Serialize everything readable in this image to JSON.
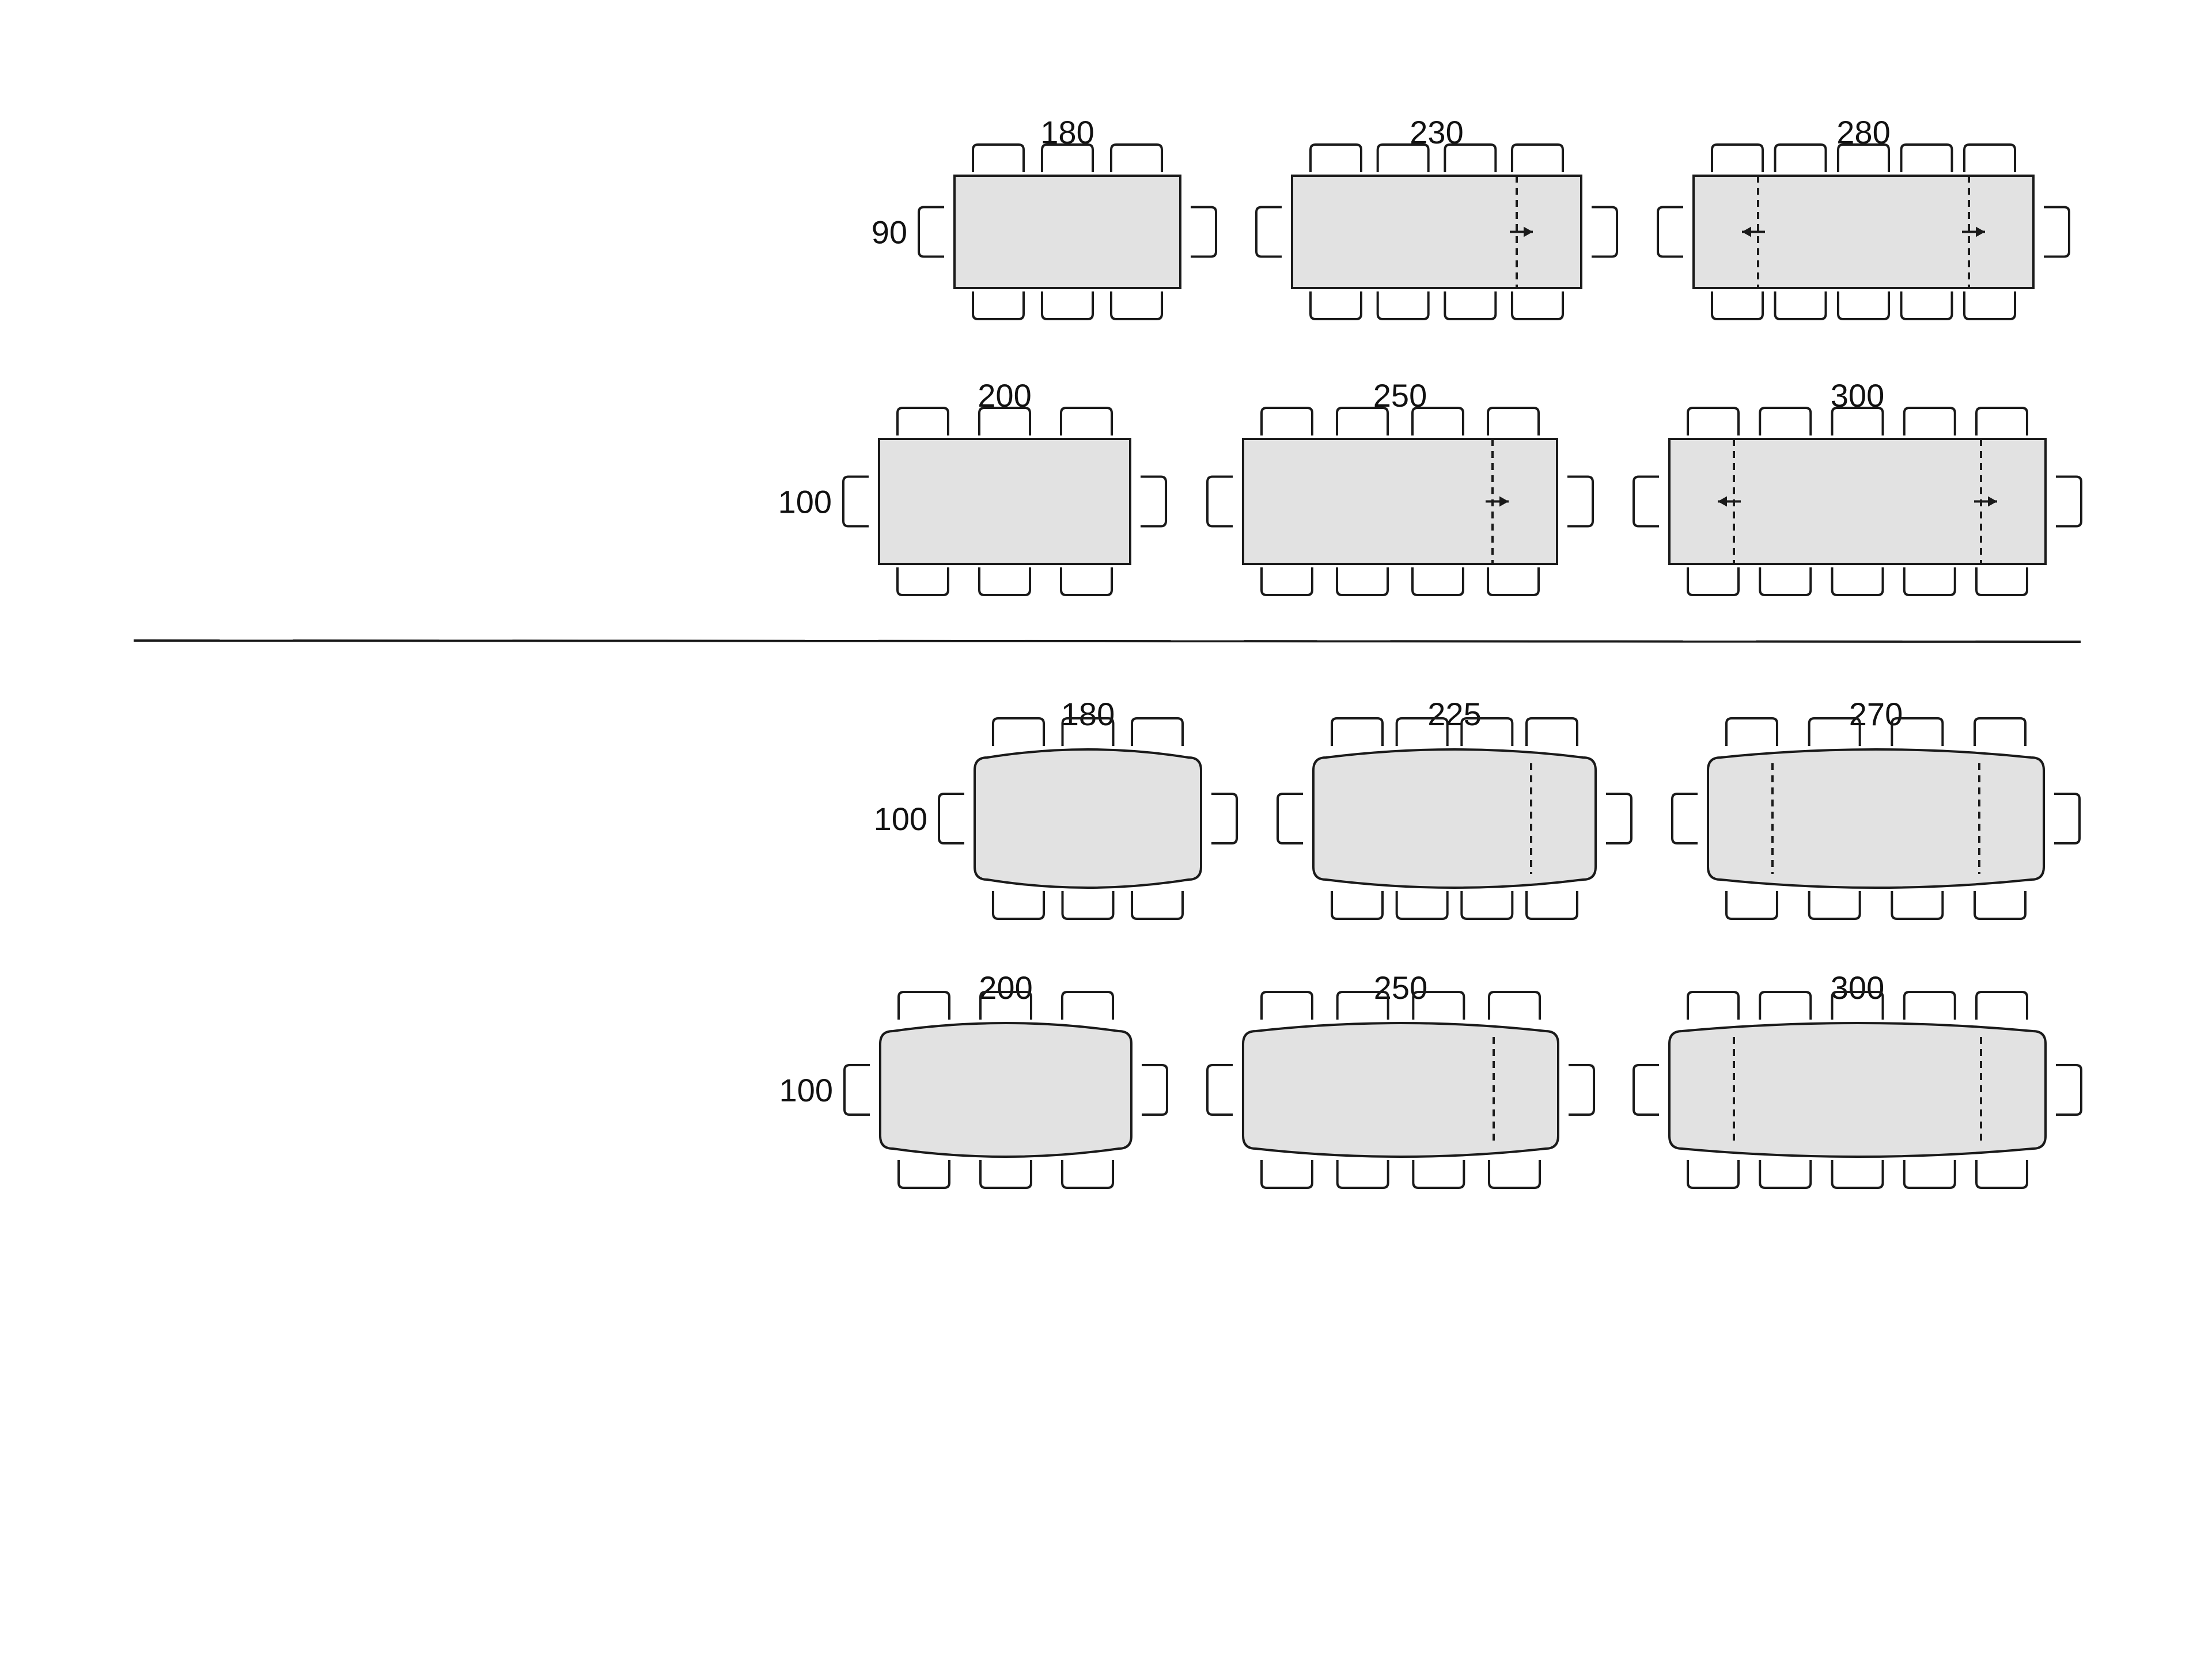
{
  "colors": {
    "stroke": "#1a1a1a",
    "table_fill": "#e2e2e2",
    "background": "#ffffff"
  },
  "sections": [
    {
      "shape": "rectangular",
      "rows": [
        {
          "depth": "90",
          "tables": [
            {
              "length": "180",
              "extensions": 0,
              "side_chairs": 3
            },
            {
              "length": "230",
              "extensions": 1,
              "side_chairs": 4
            },
            {
              "length": "280",
              "extensions": 2,
              "side_chairs": 5
            }
          ]
        },
        {
          "depth": "100",
          "tables": [
            {
              "length": "200",
              "extensions": 0,
              "side_chairs": 3
            },
            {
              "length": "250",
              "extensions": 1,
              "side_chairs": 4
            },
            {
              "length": "300",
              "extensions": 2,
              "side_chairs": 5
            }
          ]
        }
      ]
    },
    {
      "shape": "barrel",
      "rows": [
        {
          "depth": "100",
          "tables": [
            {
              "length": "180",
              "extensions": 0,
              "side_chairs": 3
            },
            {
              "length": "225",
              "extensions": 1,
              "side_chairs": 4
            },
            {
              "length": "270",
              "extensions": 2,
              "side_chairs": 4
            }
          ]
        },
        {
          "depth": "100",
          "tables": [
            {
              "length": "200",
              "extensions": 0,
              "side_chairs": 3
            },
            {
              "length": "250",
              "extensions": 1,
              "side_chairs": 4
            },
            {
              "length": "300",
              "extensions": 2,
              "side_chairs": 5
            }
          ]
        }
      ]
    }
  ]
}
